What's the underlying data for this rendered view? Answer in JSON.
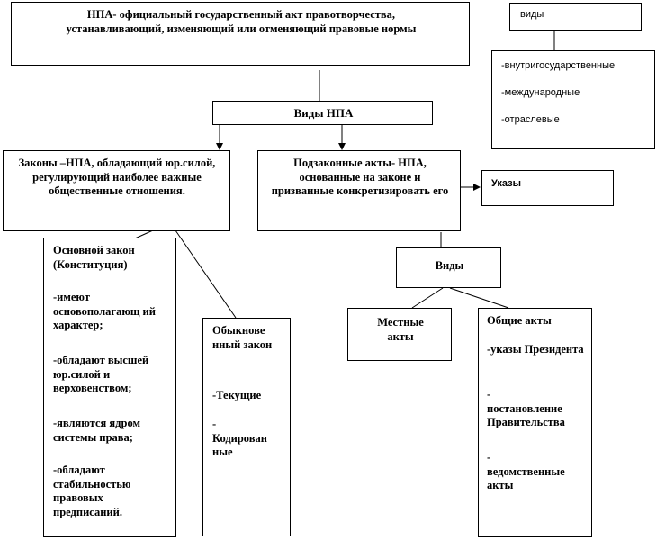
{
  "definition": "НПА- официальный государственный акт правотворчества, устанавливающий, изменяющий или отменяющий правовые нормы",
  "kinds_box": {
    "title": "виды",
    "items": [
      "-внутригосударственные",
      "-международные",
      "-отраслевые"
    ]
  },
  "types_label": "Виды НПА",
  "laws": "Законы –НПА, обладающий юр.силой, регулирующий наиболее важные общественные отношения.",
  "sublaws": "Подзаконные акты- НПА, основанные на законе и призванные конкретизировать его",
  "decrees": "Указы",
  "sublaw_kinds": "Виды",
  "constitution": {
    "title": "Основной закон (Конституция)",
    "points": [
      "-имеют основополагающ ий характер;",
      "-обладают высшей юр.силой и верховенством;",
      "-являются ядром системы права;",
      "-обладают стабильностью правовых предписаний."
    ]
  },
  "ordinary_law": {
    "title": "Обыкнове нный закон",
    "points": [
      "-Текущие",
      "-\nКодирован ные"
    ]
  },
  "local_acts": "Местные акты",
  "general_acts": {
    "title": "Общие акты",
    "points": [
      "-указы Президента",
      "-\nпостановление Правительства",
      "-\nведомственные акты"
    ]
  }
}
